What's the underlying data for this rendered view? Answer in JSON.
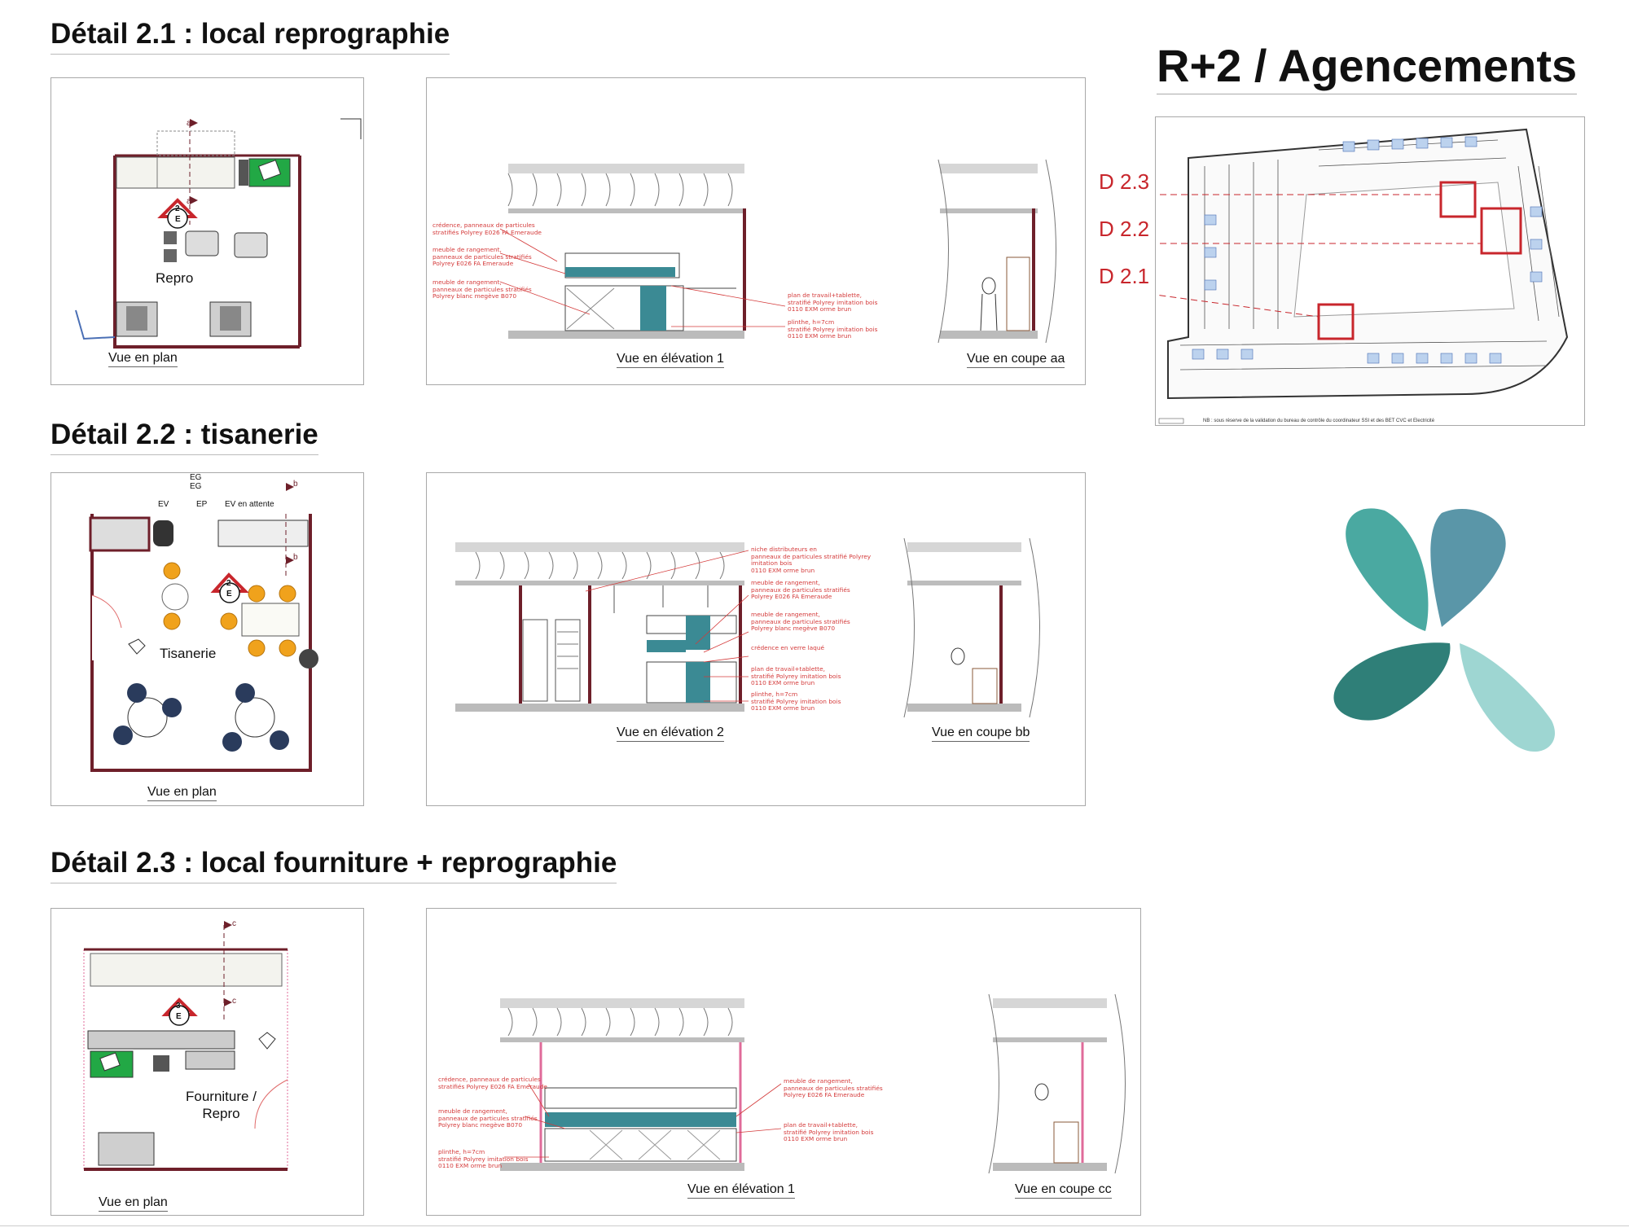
{
  "page_title": "R+2 / Agencements",
  "sections": {
    "d21": {
      "title": "Détail 2.1 : local reprographie",
      "plan_label": "Vue en plan",
      "room": "Repro",
      "elevation_label": "Vue en élévation 1",
      "section_label": "Vue en coupe aa",
      "marker_num": "2",
      "marker_letter": "E",
      "cut_a1": "a",
      "cut_a2": "a",
      "notes": {
        "n1": "crédence, panneaux de particules\nstratifiés Polyrey E026 FA Emeraude",
        "n2": "meuble de rangement,\npanneaux de particules stratifiés\nPolyrey E026 FA Emeraude",
        "n3": "meuble de rangement,\npanneaux de particules stratifiés\nPolyrey blanc megève B070",
        "n4": "plan de travail+tablette,\nstratifié Polyrey imitation bois\n0110 EXM orme brun",
        "n5": "plinthe, h=7cm\nstratifié Polyrey imitation bois\n0110 EXM orme brun"
      }
    },
    "d22": {
      "title": "Détail 2.2 : tisanerie",
      "plan_label": "Vue en plan",
      "room": "Tisanerie",
      "elevation_label": "Vue en élévation 2",
      "section_label": "Vue en coupe bb",
      "marker_num": "2",
      "marker_letter": "E",
      "cut_b1": "b",
      "cut_b2": "b",
      "ev": "EV",
      "ep": "EP",
      "eg1": "EG",
      "eg2": "EG",
      "ev_attente": "EV en attente",
      "notes": {
        "n1": "niche distributeurs en\npanneaux de particules stratifié Polyrey\nimitation bois\n0110 EXM orme brun",
        "n2": "meuble de rangement,\npanneaux de particules stratifiés\nPolyrey E026 FA Emeraude",
        "n3": "meuble de rangement,\npanneaux de particules stratifiés\nPolyrey blanc megève B070",
        "n4": "crédence en verre laqué",
        "n5": "plan de travail+tablette,\nstratifié Polyrey imitation bois\n0110 EXM orme brun",
        "n6": "plinthe, h=7cm\nstratifié Polyrey imitation bois\n0110 EXM orme brun"
      }
    },
    "d23": {
      "title": "Détail 2.3 : local fourniture + reprographie",
      "plan_label": "Vue en plan",
      "room": "Fourniture /\nRepro",
      "elevation_label": "Vue en élévation 1",
      "section_label": "Vue en coupe cc",
      "marker_num": "3",
      "marker_letter": "E",
      "cut_c1": "c",
      "cut_c2": "c",
      "notes": {
        "n1": "crédence, panneaux de particules\nstratifiés Polyrey E026 FA Emeraude",
        "n2": "meuble de rangement,\npanneaux de particules stratifiés\nPolyrey blanc megève B070",
        "n3": "plinthe, h=7cm\nstratifié Polyrey imitation bois\n0110 EXM orme brun",
        "n4": "meuble de rangement,\npanneaux de particules stratifiés\nPolyrey E026 FA Emeraude",
        "n5": "plan de travail+tablette,\nstratifié Polyrey imitation bois\n0110 EXM orme brun"
      }
    }
  },
  "floorplan": {
    "tags": {
      "d23": "D 2.3",
      "d22": "D 2.2",
      "d21": "D 2.1"
    },
    "footnote": "NB : sous réserve de la validation du bureau de contrôle du coordinateur SSI et des BET CVC et Electricité"
  },
  "colors": {
    "wall": "#6e1f2a",
    "annotation": "#d43a3a",
    "teal": "#3b8a94",
    "green": "#22a845",
    "logo": [
      "#4aa9a1",
      "#5a96a8",
      "#2f7f78",
      "#9ed6d2"
    ]
  }
}
